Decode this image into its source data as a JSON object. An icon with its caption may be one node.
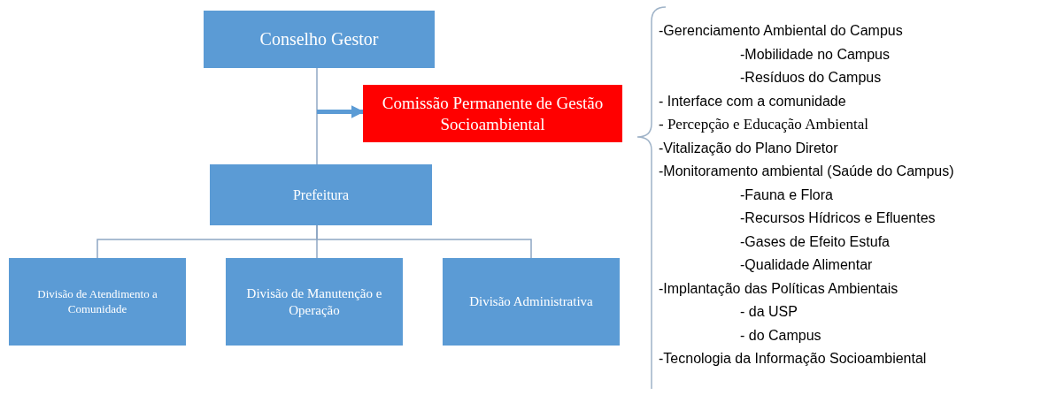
{
  "diagram": {
    "nodes": [
      {
        "text": [
          "Conselho Gestor"
        ]
      },
      {
        "text": [
          "Comissão  Permanente de Gestão Socioambiental"
        ]
      },
      {
        "text": [
          "Prefeitura"
        ]
      },
      {
        "text": [
          "Divisão de Atendimento a Comunidade"
        ]
      },
      {
        "text": [
          "Divisão de Manutenção e Operação"
        ]
      },
      {
        "text": [
          "Divisão Administrativa"
        ]
      }
    ],
    "edges": [
      {
        "from": 0,
        "to": 2,
        "arrow": "none"
      },
      {
        "from": null,
        "to": 1,
        "arrow": "to",
        "style": "thick",
        "color": "#5b9bd5"
      },
      {
        "from": 2,
        "to": 3,
        "arrow": "none"
      },
      {
        "from": 2,
        "to": 4,
        "arrow": "none"
      },
      {
        "from": 2,
        "to": 5,
        "arrow": "none"
      }
    ],
    "labels": [
      "-Gerenciamento Ambiental do Campus",
      "-Mobilidade no Campus",
      "-Resíduos do Campus",
      "- Interface com a comunidade",
      "- Percepção e Educação Ambiental",
      "-Vitalização do Plano Diretor",
      "-Monitoramento ambiental (Saúde do Campus)",
      "-Fauna e Flora",
      "-Recursos Hídricos e Efluentes",
      "-Gases de Efeito Estufa",
      "-Qualidade Alimentar",
      "-Implantação das Políticas Ambientais",
      "- da USP",
      "- do Campus",
      "-Tecnologia da Informação Socioambiental"
    ]
  }
}
